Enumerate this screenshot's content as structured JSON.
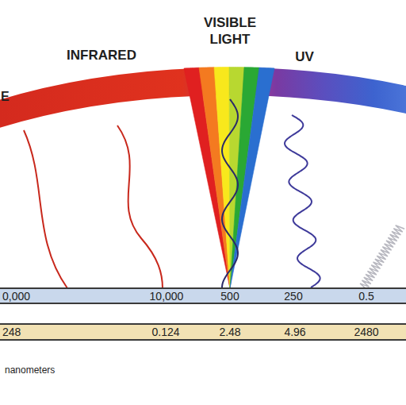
{
  "diagram": {
    "nodes": [
      {
        "text": [
          "0,000",
          "10,000",
          "500",
          "250",
          "0.5"
        ]
      },
      {
        "text": [
          "248",
          "0.124",
          "2.48",
          "4.96",
          "2480"
        ]
      }
    ],
    "labels": [
      "E",
      "INFRARED",
      "VISIBLE LIGHT",
      "UV",
      "nanometers"
    ]
  }
}
